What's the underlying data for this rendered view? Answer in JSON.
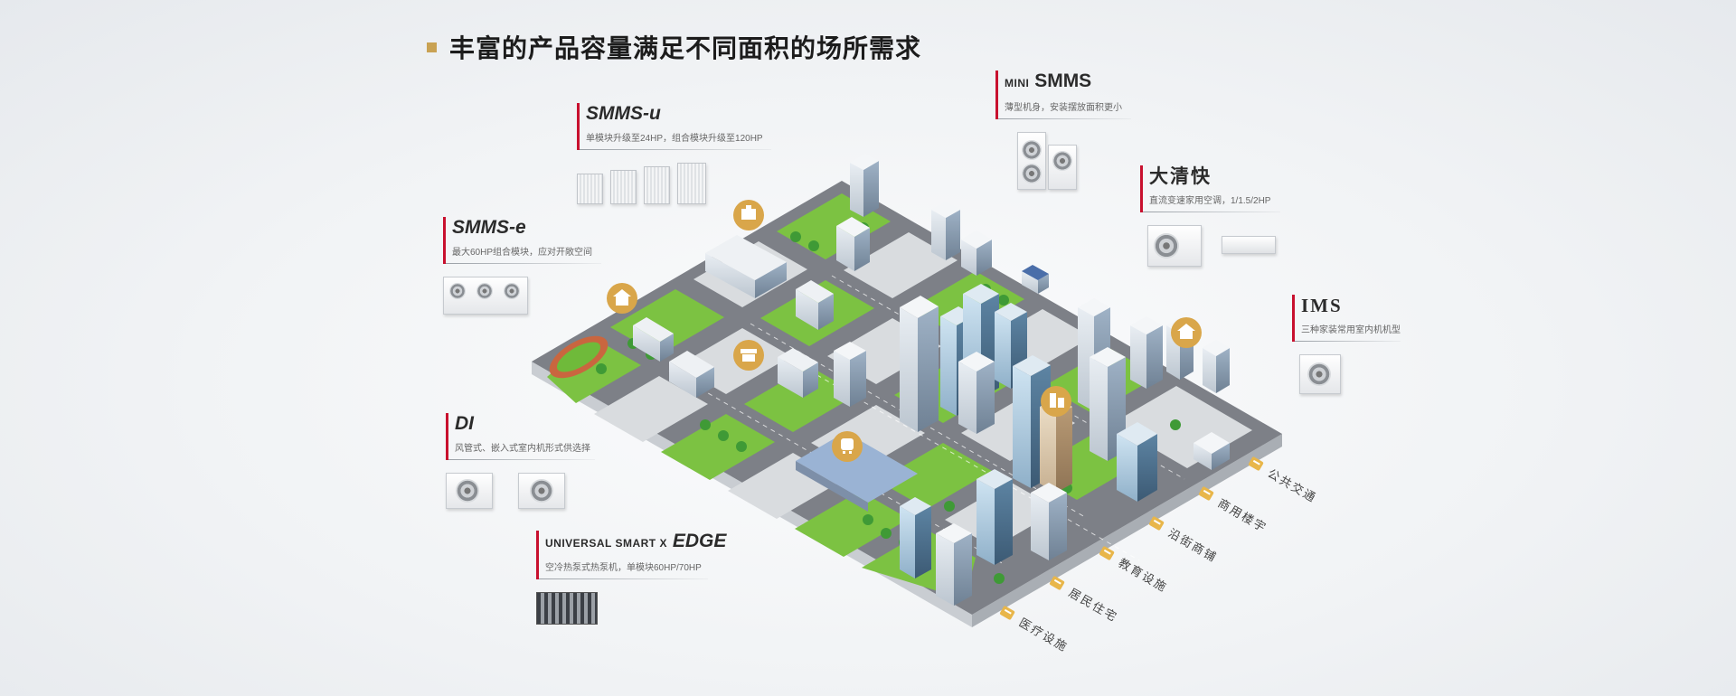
{
  "title": "丰富的产品容量满足不同面积的场所需求",
  "colors": {
    "accent_gold": "#c9a253",
    "accent_red": "#c8102e",
    "grass": "#7cc242",
    "road": "#5e6166"
  },
  "products": {
    "smms_u": {
      "name": "SMMS-u",
      "desc": "单模块升级至24HP，组合模块升级至120HP"
    },
    "smms_e": {
      "name": "SMMS-e",
      "desc": "最大60HP组合模块，应对开敞空间"
    },
    "di": {
      "name": "DI",
      "desc": "风管式、嵌入式室内机形式供选择"
    },
    "edge": {
      "name_prefix": "UNIVERSAL SMART X",
      "name": "EDGE",
      "desc": "空冷热泵式热泵机，单模块60HP/70HP"
    },
    "mini_smms": {
      "name_prefix": "MINI",
      "name": "SMMS",
      "desc": "薄型机身，安装摆放面积更小"
    },
    "daqingkuai": {
      "name": "大清快",
      "desc": "直流变速家用空调，1/1.5/2HP"
    },
    "ims": {
      "name": "IMS",
      "desc": "三种家装常用室内机机型"
    }
  },
  "categories": [
    "公共交通",
    "商用楼宇",
    "沿街商铺",
    "教育设施",
    "居民住宅",
    "医疗设施"
  ],
  "place_icons": [
    "school-icon",
    "office-icon",
    "shop-icon",
    "home-icon",
    "apartment-icon",
    "train-icon"
  ]
}
